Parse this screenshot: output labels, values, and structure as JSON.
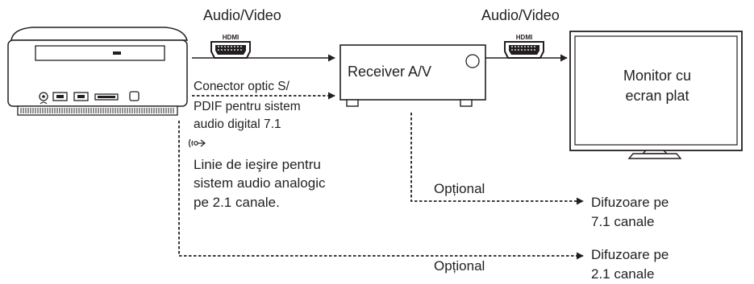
{
  "labels": {
    "audio_video_left": "Audio/Video",
    "audio_video_right": "Audio/Video",
    "hdmi_logo": "HDMI",
    "receiver": "Receiver A/V",
    "monitor_line1": "Monitor cu",
    "monitor_line2": "ecran plat",
    "optical_line1": "Conector optic S/",
    "optical_line2": "PDIF pentru sistem",
    "optical_line3": "audio digital 7.1",
    "lineout_line1": "Linie de ieşire pentru",
    "lineout_line2": "sistem audio analogic",
    "lineout_line3": "pe 2.1 canale.",
    "optional_upper": "Opțional",
    "optional_lower": "Opțional",
    "speakers71_line1": "Difuzoare pe",
    "speakers71_line2": "7.1 canale",
    "speakers21_line1": "Difuzoare pe",
    "speakers21_line2": "2.1 canale"
  },
  "icons": {
    "hdmi_port": "hdmi-port-icon",
    "audio_out": "audio-out-icon",
    "headphone": "headphone-icon",
    "usb": "usb-icon",
    "card_reader": "card-reader-icon"
  },
  "colors": {
    "line": "#231f20",
    "device_outline": "#231f20",
    "background": "#ffffff"
  }
}
